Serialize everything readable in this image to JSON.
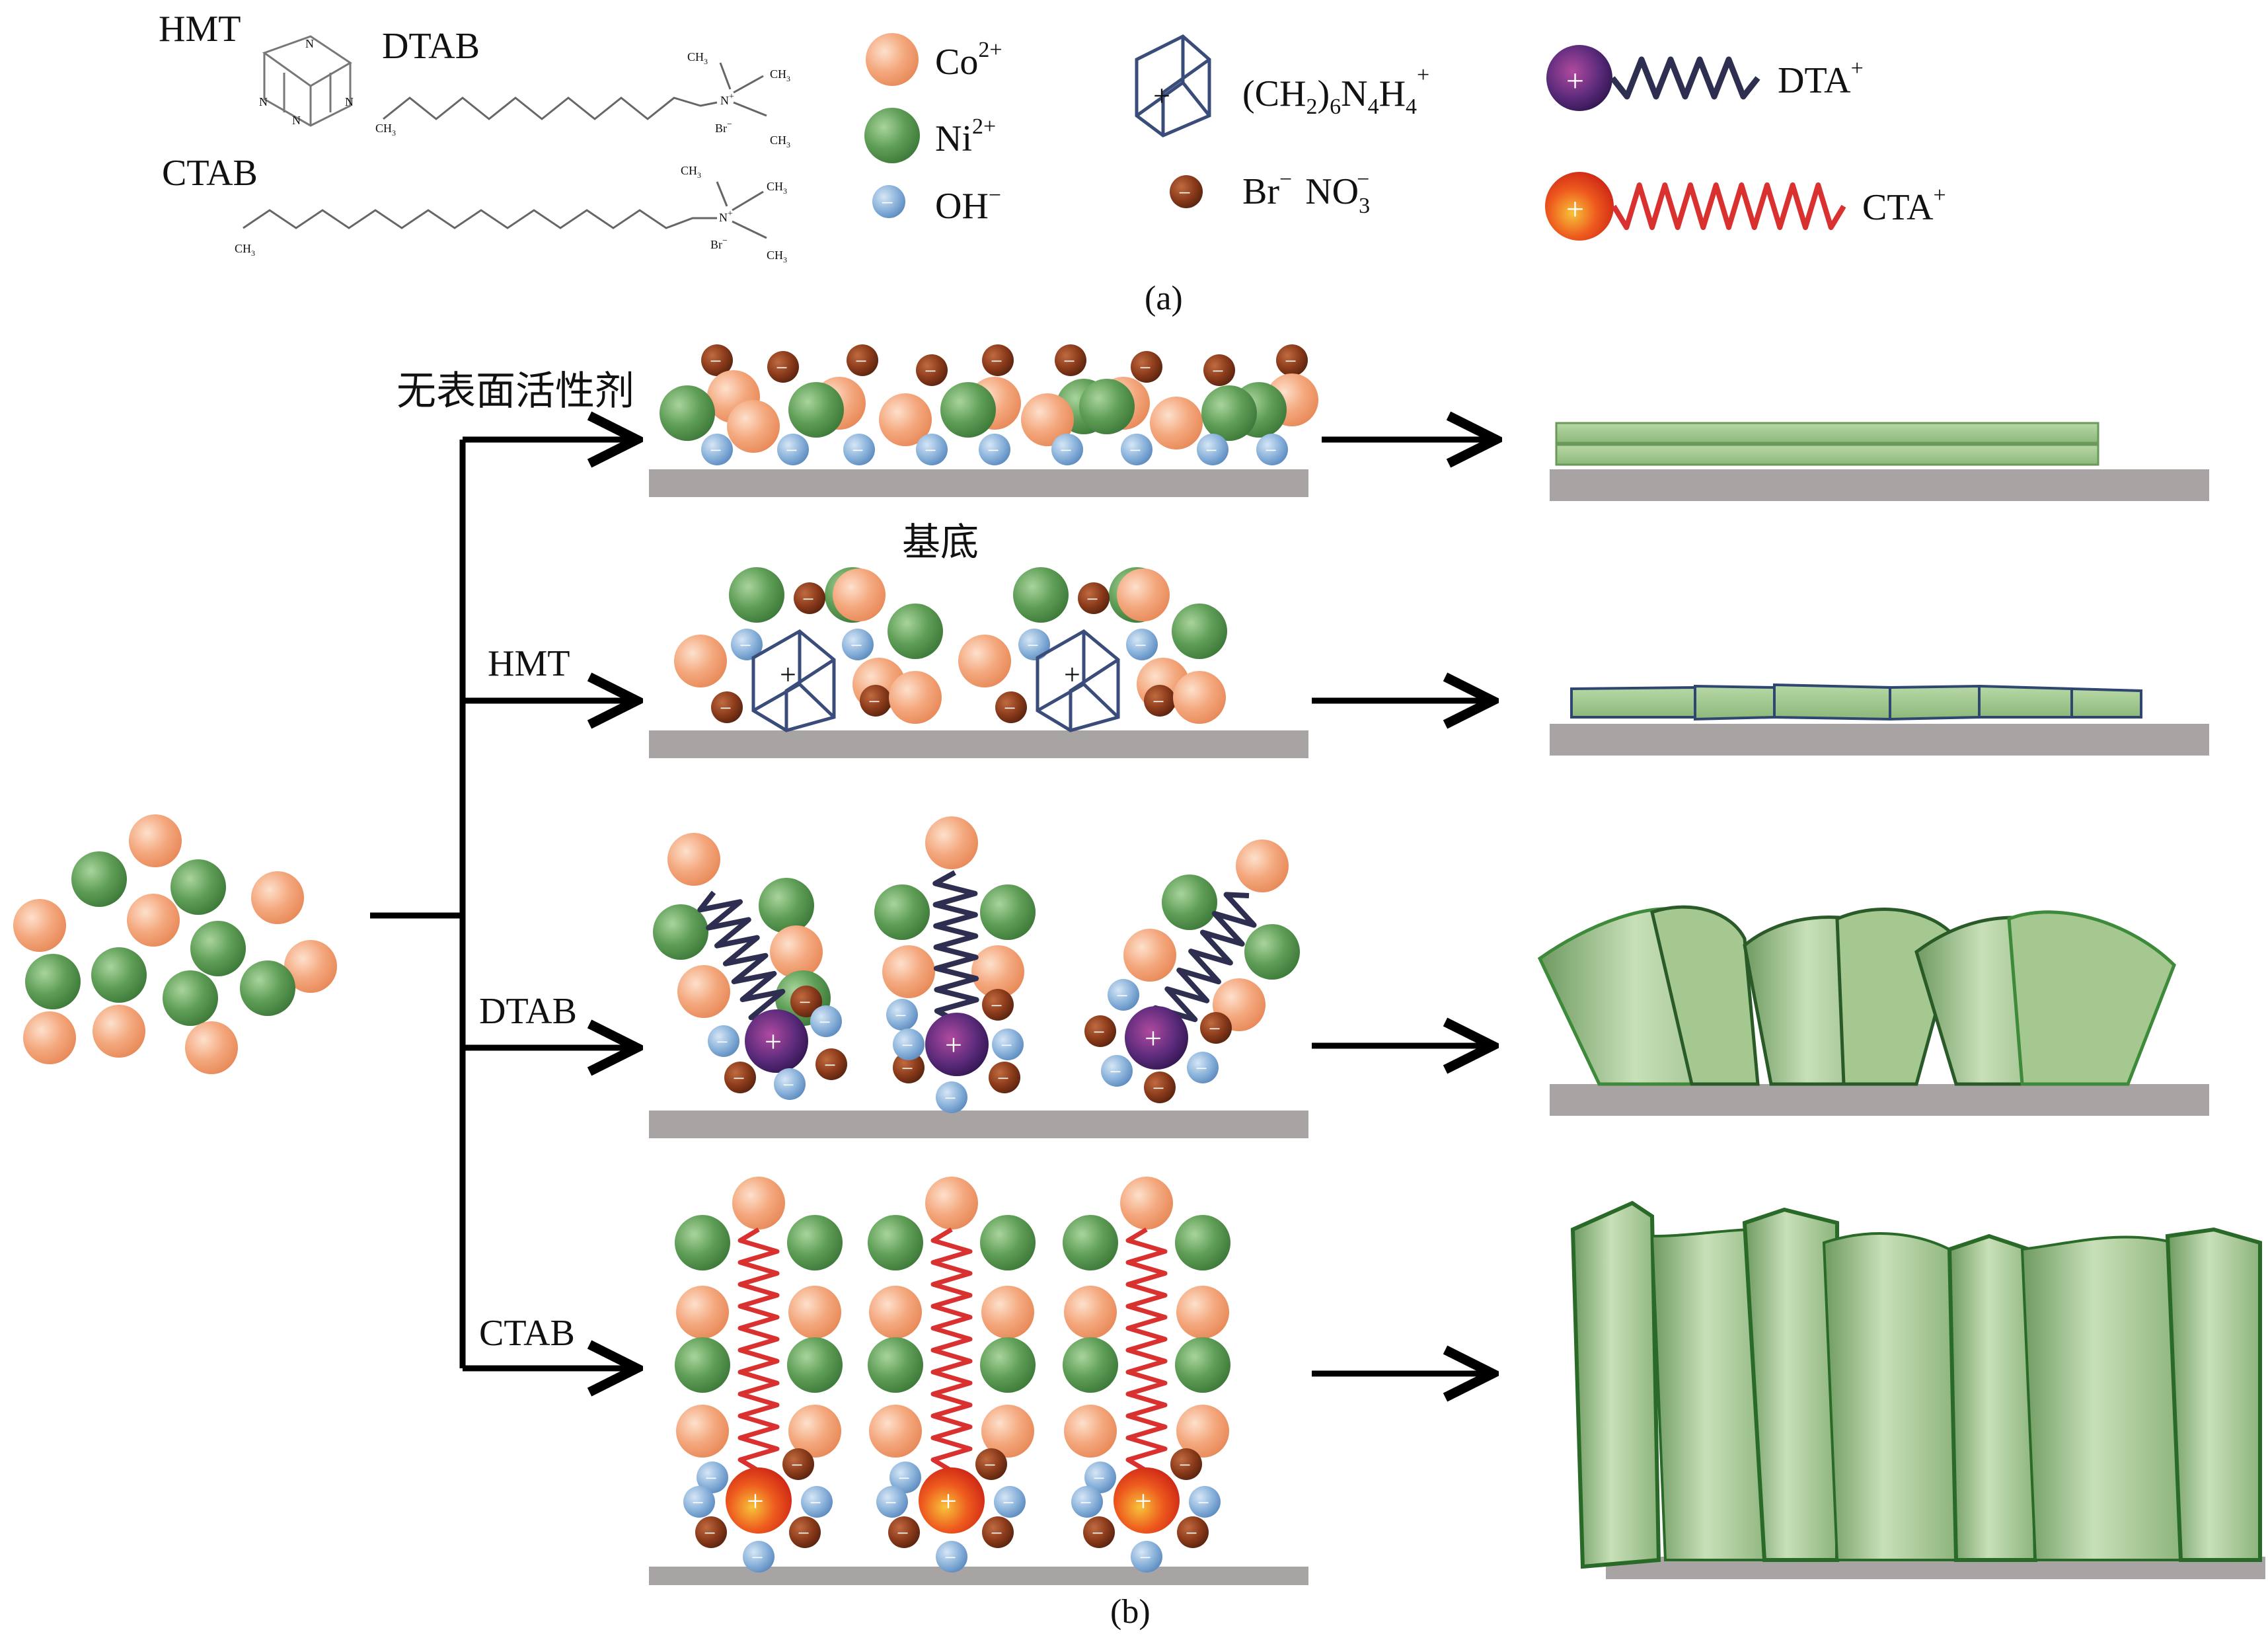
{
  "legend": {
    "hmt": "HMT",
    "dtab": "DTAB",
    "ctab": "CTAB",
    "ch3": "CH",
    "ch3_sub": "3",
    "n_plus": "N",
    "br_minus": "Br",
    "n_atom": "N",
    "co": "Co",
    "co_sup": "2+",
    "ni": "Ni",
    "ni_sup": "2+",
    "oh": "OH",
    "oh_sup": "−",
    "hmt_formula_a": "(CH",
    "hmt_formula_b": "2",
    "hmt_formula_c": ")",
    "hmt_formula_d": "6",
    "hmt_formula_e": "N",
    "hmt_formula_f": "4",
    "hmt_formula_g": "H",
    "hmt_formula_h": "4",
    "hmt_formula_sup": "+",
    "br_label": "Br",
    "br_sup": "−",
    "no3_label": "NO",
    "no3_sub": "3",
    "no3_sup": "−",
    "dta": "DTA",
    "dta_sup": "+",
    "cta": "CTA",
    "cta_sup": "+",
    "plus": "+",
    "minus": "−"
  },
  "captions": {
    "a": "(a)",
    "b": "(b)"
  },
  "rows": {
    "none": "无表面活性剂",
    "substrate": "基底",
    "hmt": "HMT",
    "dtab": "DTAB",
    "ctab": "CTAB"
  },
  "colors": {
    "co": "#f2a57c",
    "ni": "#5f9e57",
    "oh": "#7ba7d3",
    "br": "#8a3a1a",
    "dta": "#5a2a7a",
    "cta": "#e53b1c",
    "spring_dta": "#2e2e50",
    "spring_cta": "#d93030",
    "substrate": "#a8a4a4",
    "nanosheet": "#9cc48c"
  }
}
